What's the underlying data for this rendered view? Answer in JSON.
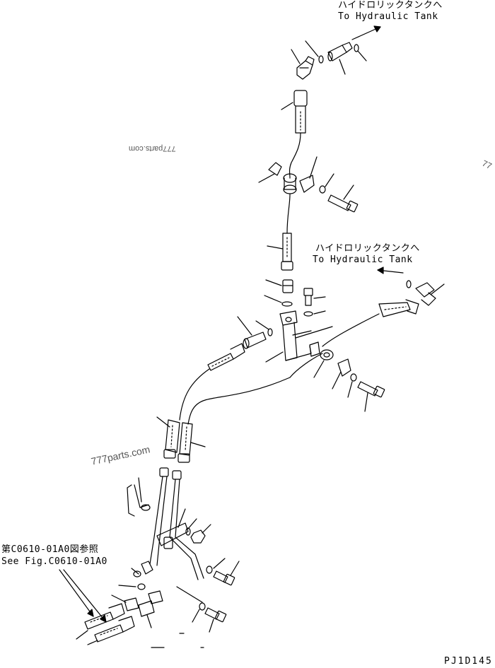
{
  "labels": {
    "tank1_jp": "ハイドロリックタンクへ",
    "tank1_en": "To Hydraulic Tank",
    "tank2_jp": "ハイドロリックタンクへ",
    "tank2_en": "To Hydraulic Tank",
    "ref_jp": "第C0610-01A0図参照",
    "ref_en": "See Fig.C0610-01A0",
    "drawing_code": "PJ1D145"
  },
  "watermarks": {
    "top": "777parts.com",
    "middle": "777parts.com",
    "edge": "77"
  }
}
